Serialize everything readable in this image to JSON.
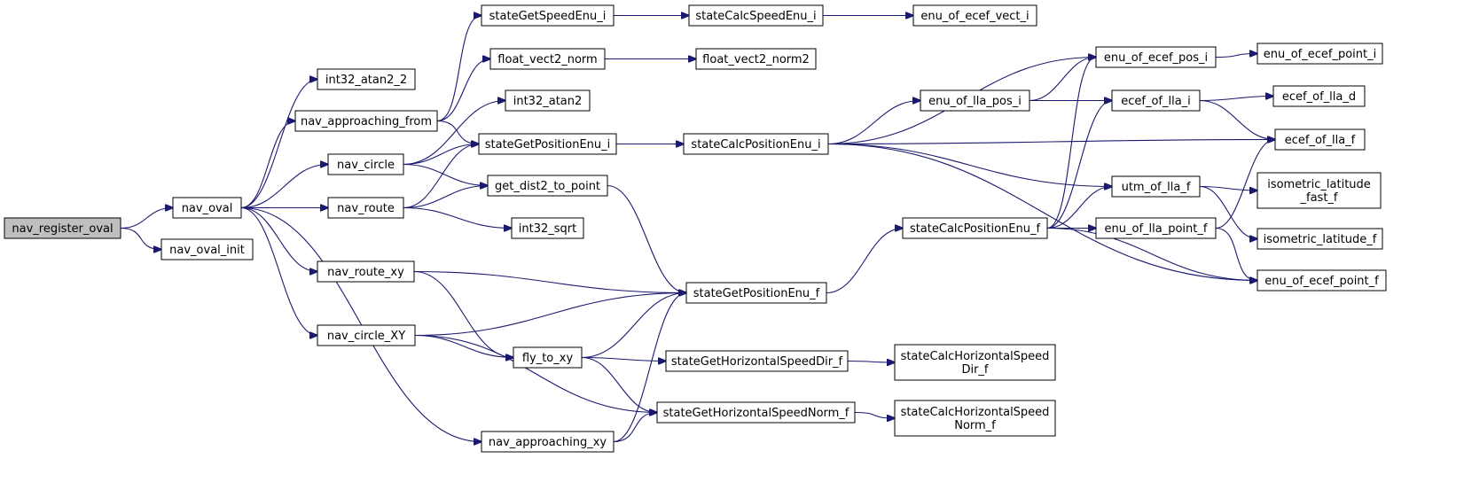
{
  "graph": {
    "type": "call-graph",
    "root": "nav_register_oval",
    "edge_color": "#191970",
    "root_fill": "#bfbfbf",
    "nodes": [
      {
        "id": "nav_register_oval",
        "lines": [
          "nav_register_oval"
        ]
      },
      {
        "id": "nav_oval",
        "lines": [
          "nav_oval"
        ]
      },
      {
        "id": "nav_oval_init",
        "lines": [
          "nav_oval_init"
        ]
      },
      {
        "id": "int32_atan2_2",
        "lines": [
          "int32_atan2_2"
        ]
      },
      {
        "id": "nav_approaching_from",
        "lines": [
          "nav_approaching_from"
        ]
      },
      {
        "id": "nav_circle",
        "lines": [
          "nav_circle"
        ]
      },
      {
        "id": "nav_route",
        "lines": [
          "nav_route"
        ]
      },
      {
        "id": "nav_route_xy",
        "lines": [
          "nav_route_xy"
        ]
      },
      {
        "id": "nav_circle_XY",
        "lines": [
          "nav_circle_XY"
        ]
      },
      {
        "id": "nav_approaching_xy",
        "lines": [
          "nav_approaching_xy"
        ]
      },
      {
        "id": "stateGetSpeedEnu_i",
        "lines": [
          "stateGetSpeedEnu_i"
        ]
      },
      {
        "id": "float_vect2_norm",
        "lines": [
          "float_vect2_norm"
        ]
      },
      {
        "id": "int32_atan2",
        "lines": [
          "int32_atan2"
        ]
      },
      {
        "id": "stateGetPositionEnu_i",
        "lines": [
          "stateGetPositionEnu_i"
        ]
      },
      {
        "id": "get_dist2_to_point",
        "lines": [
          "get_dist2_to_point"
        ]
      },
      {
        "id": "int32_sqrt",
        "lines": [
          "int32_sqrt"
        ]
      },
      {
        "id": "fly_to_xy",
        "lines": [
          "fly_to_xy"
        ]
      },
      {
        "id": "stateCalcSpeedEnu_i",
        "lines": [
          "stateCalcSpeedEnu_i"
        ]
      },
      {
        "id": "float_vect2_norm2",
        "lines": [
          "float_vect2_norm2"
        ]
      },
      {
        "id": "stateCalcPositionEnu_i",
        "lines": [
          "stateCalcPositionEnu_i"
        ]
      },
      {
        "id": "stateGetPositionEnu_f",
        "lines": [
          "stateGetPositionEnu_f"
        ]
      },
      {
        "id": "stateGetHorizontalSpeedDir_f",
        "lines": [
          "stateGetHorizontalSpeedDir_f"
        ]
      },
      {
        "id": "stateGetHorizontalSpeedNorm_f",
        "lines": [
          "stateGetHorizontalSpeedNorm_f"
        ]
      },
      {
        "id": "enu_of_ecef_vect_i",
        "lines": [
          "enu_of_ecef_vect_i"
        ]
      },
      {
        "id": "enu_of_lla_pos_i",
        "lines": [
          "enu_of_lla_pos_i"
        ]
      },
      {
        "id": "stateCalcPositionEnu_f",
        "lines": [
          "stateCalcPositionEnu_f"
        ]
      },
      {
        "id": "stateCalcHorizontalSpeedDir_f",
        "lines": [
          "stateCalcHorizontalSpeed",
          "Dir_f"
        ]
      },
      {
        "id": "stateCalcHorizontalSpeedNorm_f",
        "lines": [
          "stateCalcHorizontalSpeed",
          "Norm_f"
        ]
      },
      {
        "id": "enu_of_ecef_pos_i",
        "lines": [
          "enu_of_ecef_pos_i"
        ]
      },
      {
        "id": "ecef_of_lla_i",
        "lines": [
          "ecef_of_lla_i"
        ]
      },
      {
        "id": "utm_of_lla_f",
        "lines": [
          "utm_of_lla_f"
        ]
      },
      {
        "id": "enu_of_lla_point_f",
        "lines": [
          "enu_of_lla_point_f"
        ]
      },
      {
        "id": "enu_of_ecef_point_i",
        "lines": [
          "enu_of_ecef_point_i"
        ]
      },
      {
        "id": "ecef_of_lla_d",
        "lines": [
          "ecef_of_lla_d"
        ]
      },
      {
        "id": "ecef_of_lla_f",
        "lines": [
          "ecef_of_lla_f"
        ]
      },
      {
        "id": "isometric_latitude_fast_f",
        "lines": [
          "isometric_latitude",
          "_fast_f"
        ]
      },
      {
        "id": "isometric_latitude_f",
        "lines": [
          "isometric_latitude_f"
        ]
      },
      {
        "id": "enu_of_ecef_point_f",
        "lines": [
          "enu_of_ecef_point_f"
        ]
      }
    ],
    "edges": [
      [
        "nav_register_oval",
        "nav_oval"
      ],
      [
        "nav_register_oval",
        "nav_oval_init"
      ],
      [
        "nav_oval",
        "int32_atan2_2"
      ],
      [
        "nav_oval",
        "nav_approaching_from"
      ],
      [
        "nav_oval",
        "nav_circle"
      ],
      [
        "nav_oval",
        "nav_route"
      ],
      [
        "nav_oval",
        "nav_route_xy"
      ],
      [
        "nav_oval",
        "nav_circle_XY"
      ],
      [
        "nav_oval",
        "nav_approaching_xy"
      ],
      [
        "nav_approaching_from",
        "stateGetSpeedEnu_i"
      ],
      [
        "nav_approaching_from",
        "float_vect2_norm"
      ],
      [
        "nav_approaching_from",
        "stateGetPositionEnu_i"
      ],
      [
        "nav_circle",
        "int32_atan2"
      ],
      [
        "nav_circle",
        "stateGetPositionEnu_i"
      ],
      [
        "nav_circle",
        "get_dist2_to_point"
      ],
      [
        "nav_route",
        "stateGetPositionEnu_i"
      ],
      [
        "nav_route",
        "get_dist2_to_point"
      ],
      [
        "nav_route",
        "int32_sqrt"
      ],
      [
        "nav_route_xy",
        "stateGetPositionEnu_f"
      ],
      [
        "nav_route_xy",
        "fly_to_xy"
      ],
      [
        "nav_circle_XY",
        "stateGetPositionEnu_f"
      ],
      [
        "nav_circle_XY",
        "fly_to_xy"
      ],
      [
        "nav_circle_XY",
        "stateGetHorizontalSpeedNorm_f"
      ],
      [
        "nav_approaching_xy",
        "stateGetPositionEnu_f"
      ],
      [
        "nav_approaching_xy",
        "stateGetHorizontalSpeedNorm_f"
      ],
      [
        "stateGetSpeedEnu_i",
        "stateCalcSpeedEnu_i"
      ],
      [
        "stateCalcSpeedEnu_i",
        "enu_of_ecef_vect_i"
      ],
      [
        "float_vect2_norm",
        "float_vect2_norm2"
      ],
      [
        "stateGetPositionEnu_i",
        "stateCalcPositionEnu_i"
      ],
      [
        "get_dist2_to_point",
        "stateGetPositionEnu_f"
      ],
      [
        "fly_to_xy",
        "stateGetPositionEnu_f"
      ],
      [
        "fly_to_xy",
        "stateGetHorizontalSpeedDir_f"
      ],
      [
        "fly_to_xy",
        "stateGetHorizontalSpeedNorm_f"
      ],
      [
        "stateCalcPositionEnu_i",
        "enu_of_ecef_pos_i"
      ],
      [
        "stateCalcPositionEnu_i",
        "enu_of_lla_pos_i"
      ],
      [
        "stateCalcPositionEnu_i",
        "ecef_of_lla_f"
      ],
      [
        "stateCalcPositionEnu_i",
        "utm_of_lla_f"
      ],
      [
        "stateCalcPositionEnu_i",
        "enu_of_ecef_point_f"
      ],
      [
        "stateGetPositionEnu_f",
        "stateCalcPositionEnu_f"
      ],
      [
        "stateGetHorizontalSpeedDir_f",
        "stateCalcHorizontalSpeedDir_f"
      ],
      [
        "stateGetHorizontalSpeedNorm_f",
        "stateCalcHorizontalSpeedNorm_f"
      ],
      [
        "enu_of_lla_pos_i",
        "enu_of_ecef_pos_i"
      ],
      [
        "enu_of_lla_pos_i",
        "ecef_of_lla_i"
      ],
      [
        "stateCalcPositionEnu_f",
        "enu_of_ecef_pos_i"
      ],
      [
        "stateCalcPositionEnu_f",
        "ecef_of_lla_i"
      ],
      [
        "stateCalcPositionEnu_f",
        "utm_of_lla_f"
      ],
      [
        "stateCalcPositionEnu_f",
        "enu_of_lla_point_f"
      ],
      [
        "stateCalcPositionEnu_f",
        "enu_of_ecef_point_f"
      ],
      [
        "enu_of_ecef_pos_i",
        "enu_of_ecef_point_i"
      ],
      [
        "ecef_of_lla_i",
        "ecef_of_lla_d"
      ],
      [
        "ecef_of_lla_i",
        "ecef_of_lla_f"
      ],
      [
        "utm_of_lla_f",
        "isometric_latitude_fast_f"
      ],
      [
        "utm_of_lla_f",
        "isometric_latitude_f"
      ],
      [
        "enu_of_lla_point_f",
        "ecef_of_lla_f"
      ],
      [
        "enu_of_lla_point_f",
        "enu_of_ecef_point_f"
      ]
    ]
  }
}
